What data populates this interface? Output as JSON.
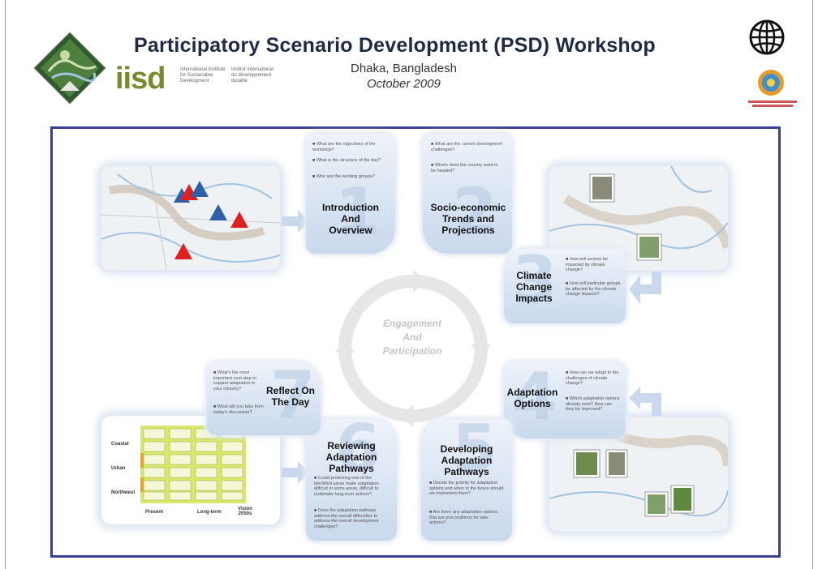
{
  "header": {
    "title": "Participatory Scenario Development (PSD) Workshop",
    "location": "Dhaka, Bangladesh",
    "date": "October 2009",
    "iisd_logo": "iisd",
    "iisd_en": "International Institute for Sustainable Development",
    "iisd_fr": "Institut international du développement durable"
  },
  "center": {
    "line1": "Engagement",
    "line2": "And",
    "line3": "Participation"
  },
  "steps": [
    {
      "title": "Introduction And Overview",
      "number": "1",
      "bullets": [
        "What are the objectives of the workshop?",
        "What is the structure of the day?",
        "Who are the working groups?"
      ]
    },
    {
      "title": "Socio-economic Trends and Projections",
      "number": "2",
      "bullets": [
        "What are the current development challenges?",
        "Where does the country want to be headed?"
      ]
    },
    {
      "title": "Climate Change Impacts",
      "number": "3",
      "bullets": [
        "How will sectors be impacted by climate change?",
        "How will particular groups be affected by the climate change impacts?"
      ]
    },
    {
      "title": "Adaptation Options",
      "number": "4",
      "bullets": [
        "How can we adapt to the challenges of climate change?",
        "Which adaptation options already exist? How can they be improved?"
      ]
    },
    {
      "title": "Developing Adaptation Pathways",
      "number": "5",
      "bullets": [
        "Decide the priority for adaptation options and when in the future should we implement them?",
        "Are there any adaptation options that are preconditions for later actions?"
      ]
    },
    {
      "title": "Reviewing Adaptation Pathways",
      "number": "6",
      "bullets": [
        "Could protecting one of the identified areas make adaptation difficult in some areas, difficult to undertake long-term actions?",
        "Does the adaptation pathway address the overall difficulties to address the overall development challenges?"
      ]
    },
    {
      "title": "Reflect On The Day",
      "number": "7",
      "bullets": [
        "What's the most important next step to support adaptation in your ministry?",
        "What will you take from today's discussion?"
      ]
    }
  ],
  "pathway_grid": {
    "rows": [
      "Coastal",
      "Urban",
      "Northwest"
    ],
    "cols": [
      "Present",
      "Long-term",
      "Vision 2050s"
    ]
  },
  "colors": {
    "frame": "#3b3e97",
    "title": "#1f2a44",
    "triangle_red": "#e02020",
    "triangle_blue": "#2f5fa8",
    "iisd_green": "#7a8a2a"
  },
  "icons": {
    "logo_left": "tree-landscape-logo",
    "logo_right_top": "globe-icon",
    "logo_right_bottom": "bangladesh-government-seal"
  }
}
